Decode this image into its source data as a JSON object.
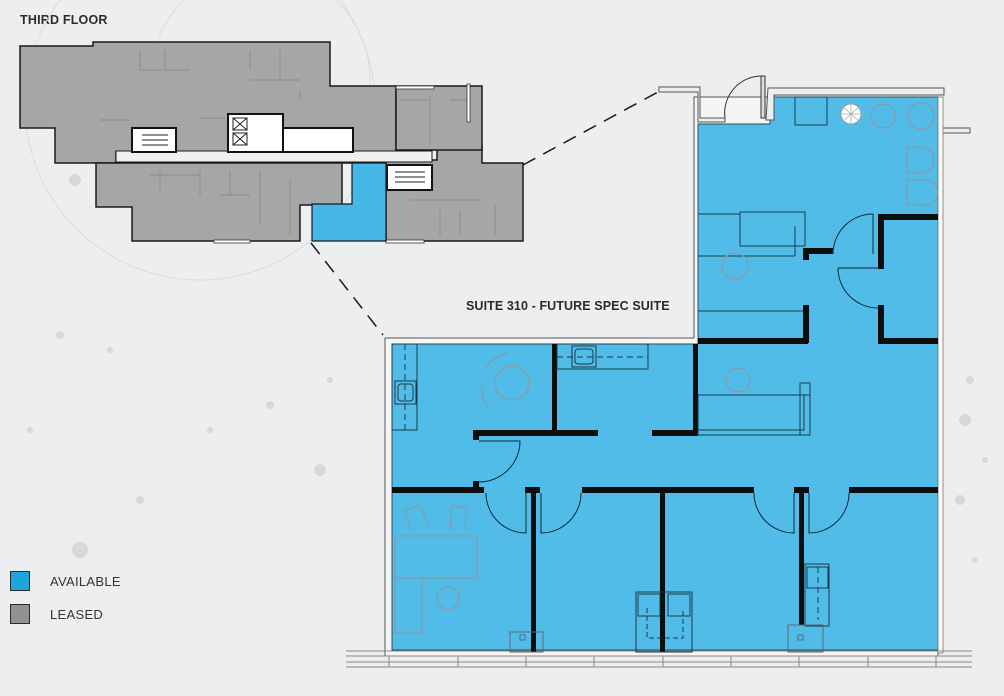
{
  "header": {
    "title": "THIRD FLOOR"
  },
  "suite": {
    "label": "SUITE 310 - FUTURE SPEC SUITE",
    "number": "310",
    "status": "available"
  },
  "legend": {
    "items": [
      {
        "label": "AVAILABLE",
        "color": "#1ea5dc"
      },
      {
        "label": "LEASED",
        "color": "#8f9193"
      }
    ]
  },
  "colors": {
    "background": "#eceef0",
    "available_fill": "#52bce9",
    "keyplan_available": "#45b8e8",
    "leased_fill": "#a5a6a7",
    "wall": "#111111",
    "furniture": "#8a9aa3"
  }
}
